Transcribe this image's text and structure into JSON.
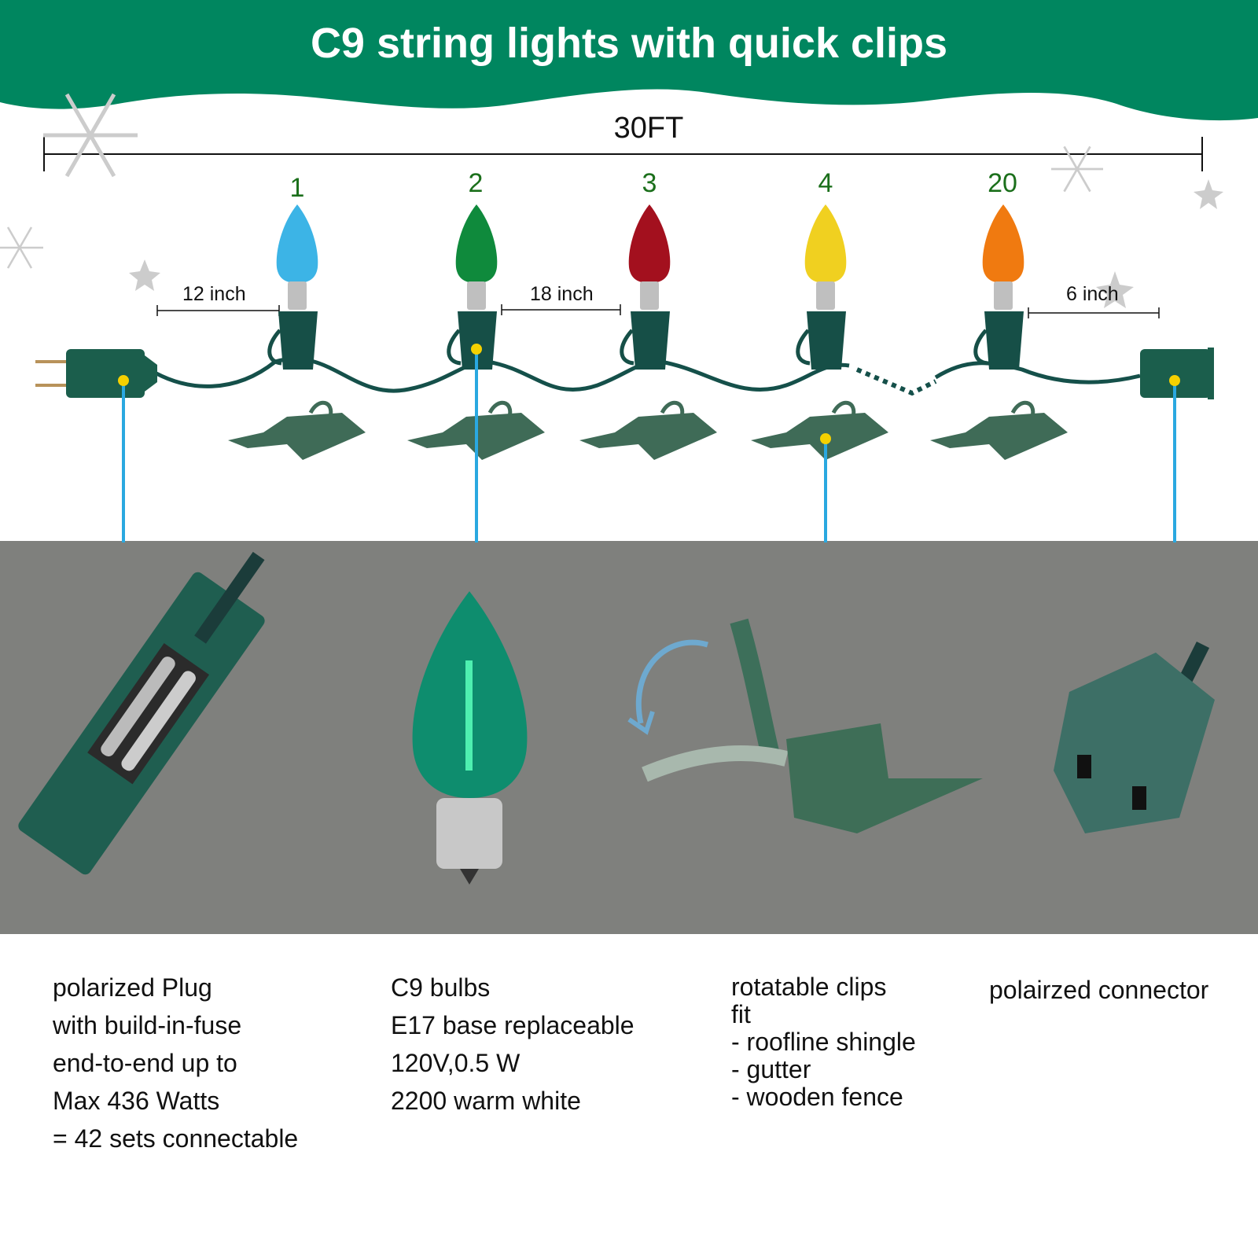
{
  "header": {
    "title": "C9 string lights with quick clips",
    "color": "#00865f"
  },
  "total_length": "30FT",
  "bulbs": [
    {
      "number": "1",
      "color": "#3cb4e6"
    },
    {
      "number": "2",
      "color": "#0f8a3c"
    },
    {
      "number": "3",
      "color": "#a3101e"
    },
    {
      "number": "4",
      "color": "#f0d020"
    },
    {
      "number": "20",
      "color": "#f07a10"
    }
  ],
  "spacing": {
    "lead_in": "12 inch",
    "between": "18 inch",
    "end": "6 inch"
  },
  "panel_color": "#7f807d",
  "callout_color": "#2aa8e0",
  "features": [
    {
      "name": "plug",
      "lines": [
        "polarized Plug",
        "with build-in-fuse",
        "end-to-end up to",
        "Max 436 Watts",
        "= 42 sets connectable"
      ]
    },
    {
      "name": "bulb",
      "lines": [
        "C9 bulbs",
        "E17 base replaceable",
        "120V,0.5 W",
        "2200 warm white"
      ]
    },
    {
      "name": "clip",
      "lines": [
        "rotatable clips",
        "fit",
        "- roofline shingle",
        "- gutter",
        "- wooden fence"
      ]
    },
    {
      "name": "connector",
      "lines": [
        "polairzed connector"
      ]
    }
  ]
}
